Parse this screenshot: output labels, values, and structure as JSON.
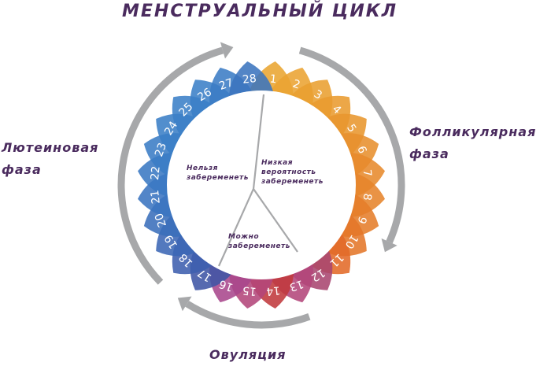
{
  "title": "МЕНСТРУАЛЬНЫЙ ЦИКЛ",
  "phases": {
    "luteal": [
      "Лютеиновая",
      "фаза"
    ],
    "follicular": [
      "Фолликулярная",
      "фаза"
    ],
    "ovulation": "Овуляция"
  },
  "zones": {
    "unsafe": [
      "Нельзя",
      "забеременеть"
    ],
    "low": [
      "Низкая",
      "вероятность",
      "забеременеть"
    ],
    "possible": [
      "Можно",
      "забеременеть"
    ]
  },
  "days": [
    {
      "label": "1",
      "color": "#e9a531"
    },
    {
      "label": "2",
      "color": "#eaa332"
    },
    {
      "label": "3",
      "color": "#e99f30"
    },
    {
      "label": "4",
      "color": "#e99b2f"
    },
    {
      "label": "5",
      "color": "#e8962e"
    },
    {
      "label": "6",
      "color": "#e7902d"
    },
    {
      "label": "7",
      "color": "#e78a2c"
    },
    {
      "label": "8",
      "color": "#e6842b"
    },
    {
      "label": "9",
      "color": "#e57d2a"
    },
    {
      "label": "10",
      "color": "#e47629"
    },
    {
      "label": "11",
      "color": "#e36a28"
    },
    {
      "label": "12",
      "color": "#a9466f"
    },
    {
      "label": "13",
      "color": "#b3457a"
    },
    {
      "label": "14",
      "color": "#c0393c"
    },
    {
      "label": "15",
      "color": "#b3457a"
    },
    {
      "label": "16",
      "color": "#a9478c"
    },
    {
      "label": "17",
      "color": "#3f55a5"
    },
    {
      "label": "18",
      "color": "#3d5eae"
    },
    {
      "label": "19",
      "color": "#3b67b5"
    },
    {
      "label": "20",
      "color": "#3a6ebb"
    },
    {
      "label": "21",
      "color": "#3a74c0"
    },
    {
      "label": "22",
      "color": "#3a79c3"
    },
    {
      "label": "23",
      "color": "#3a7cc5"
    },
    {
      "label": "24",
      "color": "#3a7ec6"
    },
    {
      "label": "25",
      "color": "#3b7fc7"
    },
    {
      "label": "26",
      "color": "#3b7fc7"
    },
    {
      "label": "27",
      "color": "#3b7cc5"
    },
    {
      "label": "28",
      "color": "#3b74be"
    }
  ],
  "colors": {
    "text": "#4a2b5e",
    "arrow": "#a7a8aa",
    "divider": "#a7a8aa",
    "center_fill": "#ffffff"
  }
}
